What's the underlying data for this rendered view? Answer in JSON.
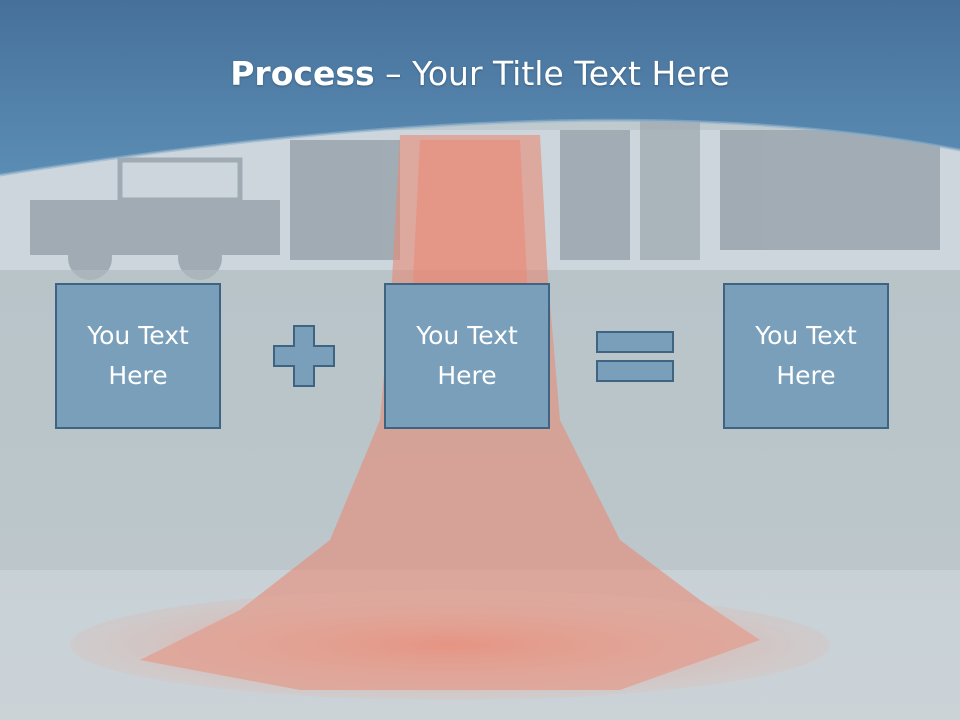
{
  "title": {
    "bold": "Process",
    "rest": " – Your Title Text Here"
  },
  "boxes": [
    {
      "text": "You Text Here"
    },
    {
      "text": "You Text Here"
    },
    {
      "text": "You Text Here"
    }
  ],
  "operators": {
    "first": "plus",
    "second": "equals"
  },
  "colors": {
    "header": "#4f7fa4",
    "box_fill": "#799fbb",
    "box_border": "#3e6482",
    "lava": "#e8765a",
    "text": "#ffffff"
  }
}
